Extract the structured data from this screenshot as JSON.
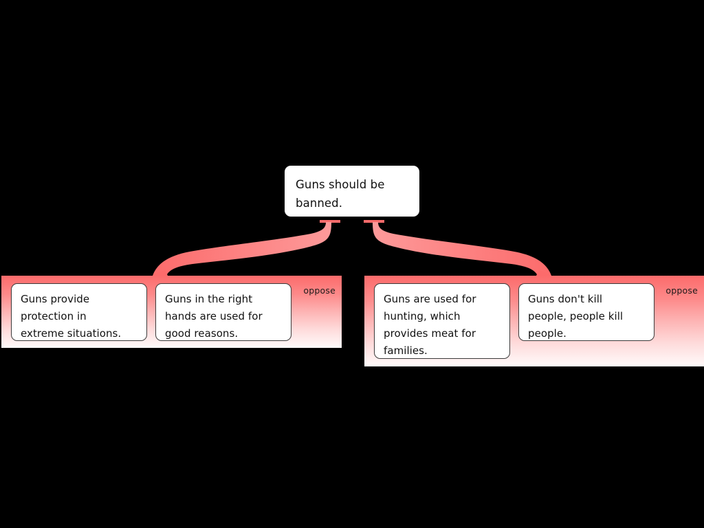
{
  "diagram": {
    "type": "argument-map",
    "background_color": "#000000",
    "accent_color": "#fc6b6b",
    "root": {
      "text": "Guns should be\nbanned."
    },
    "groups": [
      {
        "id": "left",
        "relation_label": "oppose",
        "cards": [
          {
            "text": "Guns provide\nprotection in\nextreme situations."
          },
          {
            "text": "Guns in the right\nhands are used for\ngood reasons."
          }
        ]
      },
      {
        "id": "right",
        "relation_label": "oppose",
        "cards": [
          {
            "text": "Guns are used for\nhunting, which\nprovides meat for\nfamilies."
          },
          {
            "text": "Guns don't kill\npeople, people kill\npeople."
          }
        ]
      }
    ]
  }
}
